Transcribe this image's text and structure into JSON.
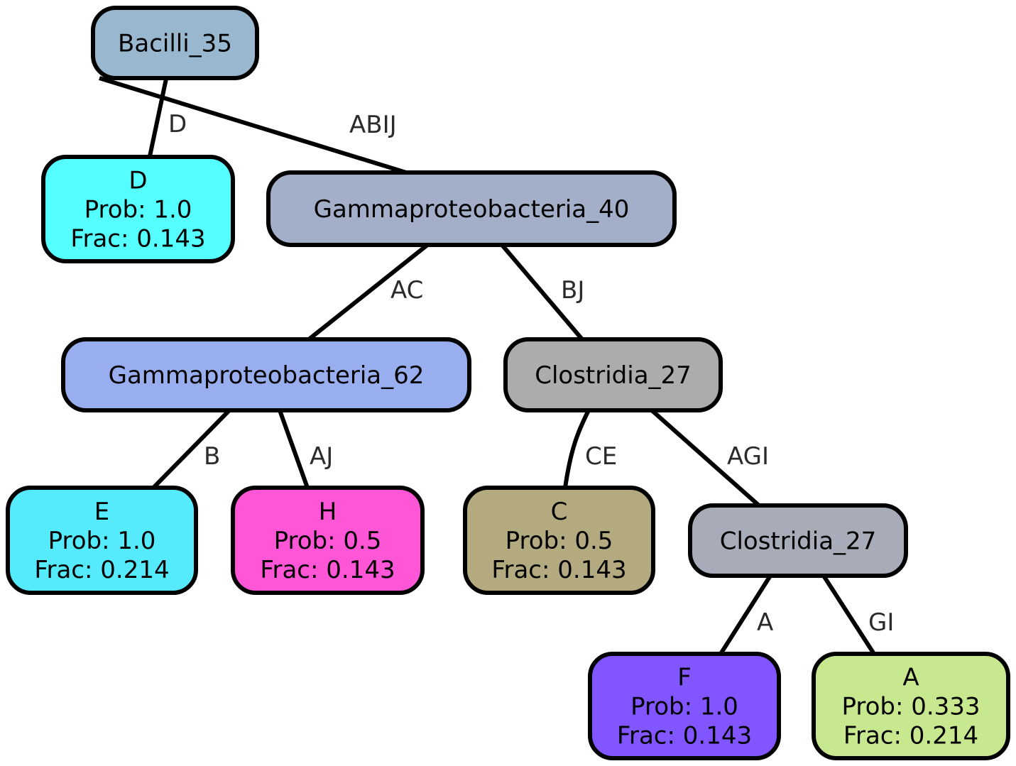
{
  "tree": {
    "nodes": [
      {
        "id": "bacilli_35",
        "lines": [
          "Bacilli_35"
        ],
        "color": "#99b8cf"
      },
      {
        "id": "leaf_d",
        "lines": [
          "D",
          "Prob: 1.0",
          "Frac: 0.143"
        ],
        "color": "#55ffff"
      },
      {
        "id": "gamma_40",
        "lines": [
          "Gammaproteobacteria_40"
        ],
        "color": "#a3aec9"
      },
      {
        "id": "gamma_62",
        "lines": [
          "Gammaproteobacteria_62"
        ],
        "color": "#99aeee"
      },
      {
        "id": "clostridia_27_a",
        "lines": [
          "Clostridia_27"
        ],
        "color": "#acadaa"
      },
      {
        "id": "leaf_e",
        "lines": [
          "E",
          "Prob: 1.0",
          "Frac: 0.214"
        ],
        "color": "#55ebfd"
      },
      {
        "id": "leaf_h",
        "lines": [
          "H",
          "Prob: 0.5",
          "Frac: 0.143"
        ],
        "color": "#ff55d7"
      },
      {
        "id": "leaf_c",
        "lines": [
          "C",
          "Prob: 0.5",
          "Frac: 0.143"
        ],
        "color": "#b3aa7f"
      },
      {
        "id": "clostridia_27_b",
        "lines": [
          "Clostridia_27"
        ],
        "color": "#a8acb9"
      },
      {
        "id": "leaf_f",
        "lines": [
          "F",
          "Prob: 1.0",
          "Frac: 0.143"
        ],
        "color": "#8155ff"
      },
      {
        "id": "leaf_a",
        "lines": [
          "A",
          "Prob: 0.333",
          "Frac: 0.214"
        ],
        "color": "#c7e88f"
      }
    ],
    "edges": [
      {
        "id": "edge_d",
        "from": "bacilli_35",
        "to": "leaf_d",
        "label": "D"
      },
      {
        "id": "edge_abij",
        "from": "bacilli_35",
        "to": "gamma_40",
        "label": "ABIJ"
      },
      {
        "id": "edge_ac",
        "from": "gamma_40",
        "to": "gamma_62",
        "label": "AC"
      },
      {
        "id": "edge_bj",
        "from": "gamma_40",
        "to": "clostridia_27_a",
        "label": "BJ"
      },
      {
        "id": "edge_b",
        "from": "gamma_62",
        "to": "leaf_e",
        "label": "B"
      },
      {
        "id": "edge_aj",
        "from": "gamma_62",
        "to": "leaf_h",
        "label": "AJ"
      },
      {
        "id": "edge_ce",
        "from": "clostridia_27_a",
        "to": "leaf_c",
        "label": "CE"
      },
      {
        "id": "edge_agi",
        "from": "clostridia_27_a",
        "to": "clostridia_27_b",
        "label": "AGI"
      },
      {
        "id": "edge_a",
        "from": "clostridia_27_b",
        "to": "leaf_f",
        "label": "A"
      },
      {
        "id": "edge_gi",
        "from": "clostridia_27_b",
        "to": "leaf_a",
        "label": "GI"
      }
    ]
  }
}
